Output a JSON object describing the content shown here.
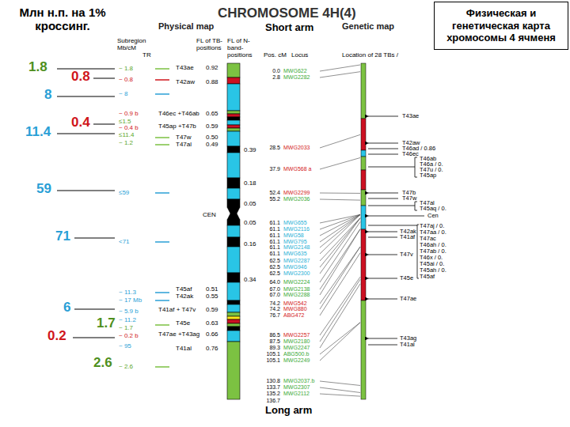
{
  "diagram": {
    "title": "CHROMOSOME 4H(4)",
    "nodes": [
      {
        "text": [
          "Физическая и генетическая карта хромосомы 4 ячменя"
        ]
      }
    ],
    "labels": [
      "Млн н.п. на 1% кроссинг.",
      "1.8",
      "0.8",
      "8",
      "0.4",
      "11.4",
      "59",
      "71",
      "6",
      "1.7",
      "0.2",
      "2.6",
      "Physical map",
      "Short arm",
      "Genetic map",
      "Subregion Mb/cM",
      "TR",
      "FL of TB-positions",
      "FL of N-band-positions",
      "Pos. cM",
      "Locus",
      "Location of 28 TBs /",
      "Long arm",
      "CEN",
      "~ 1.8",
      "~ 0.8",
      "~ 8",
      "~ 0.9 b",
      "≤1.5",
      "~ 0.4 b",
      "≤11.4",
      "~ 1.2",
      "≤59",
      "<71",
      "~ 11.3",
      "~ 17 Mb",
      "~ 5.9 b",
      "~ 11.2",
      "~ 1.7",
      "~ 0.2 b",
      "~ 95",
      "~ 2.6",
      "T43ae",
      "T42aw",
      "T46ec +T46ab",
      "T45ap +T47b",
      "T47w",
      "T47al",
      "T45af",
      "T42ak",
      "T41af + T47v",
      "T45e",
      "T47ae +T43ag",
      "T41al",
      "0.92",
      "0.88",
      "0.65",
      "0.59",
      "0.50",
      "0.49",
      "0.51",
      "0.55",
      "0.59",
      "0.63",
      "0.66",
      "0.76",
      "0.39",
      "0.18",
      "0.05",
      "0.05",
      "0.16",
      "0.34",
      "0.0",
      "2.8",
      "28.5",
      "37.9",
      "52.4",
      "55.2",
      "61.1",
      "61.1",
      "61.1",
      "61.1",
      "61.1",
      "61.1",
      "62.5",
      "62.5",
      "62.5",
      "64.0",
      "67.0",
      "67.0",
      "74.2",
      "74.2",
      "76.7",
      "86.5",
      "87.5",
      "89.3",
      "105.1",
      "105.1",
      "130.8",
      "133.7",
      "135.2",
      "136.7",
      "MWG622",
      "MWG2282",
      "MWG2033",
      "MWG568 a",
      "MWG2299",
      "MWG2036",
      "MWG655",
      "MWG2116",
      "MWG58",
      "MWG795",
      "MWG2148",
      "MWG635",
      "MWG2287",
      "MWG946",
      "MWG2300",
      "MWG2224",
      "MWG2138",
      "MWG2288",
      "MWG542",
      "MWG880",
      "ABG472",
      "MWG2257",
      "MWG2180",
      "MWG2247",
      "ABG500.b",
      "MWG2249",
      "MWG2037.b",
      "MWG2307",
      "MWG2112",
      "T43ae",
      "T42aw",
      "T46ad / 0.86",
      "T46ec",
      "T46ab",
      "T46a / 0.",
      "T47u / 0.",
      "T45ap",
      "T47b",
      "T47w",
      "T47al",
      "T45aq / 0.",
      "Cen",
      "T47aj / 0.",
      "T42ak",
      "T41af",
      "T47aa / 0.",
      "T47ac",
      "T46ah / 0.",
      "T47ab / 0.",
      "T47v",
      "T46x / 0.",
      "T45ai / 0.",
      "T45ah / 0.",
      "T45af",
      "T45e",
      "T47ae",
      "T43ag",
      "T41al"
    ]
  }
}
